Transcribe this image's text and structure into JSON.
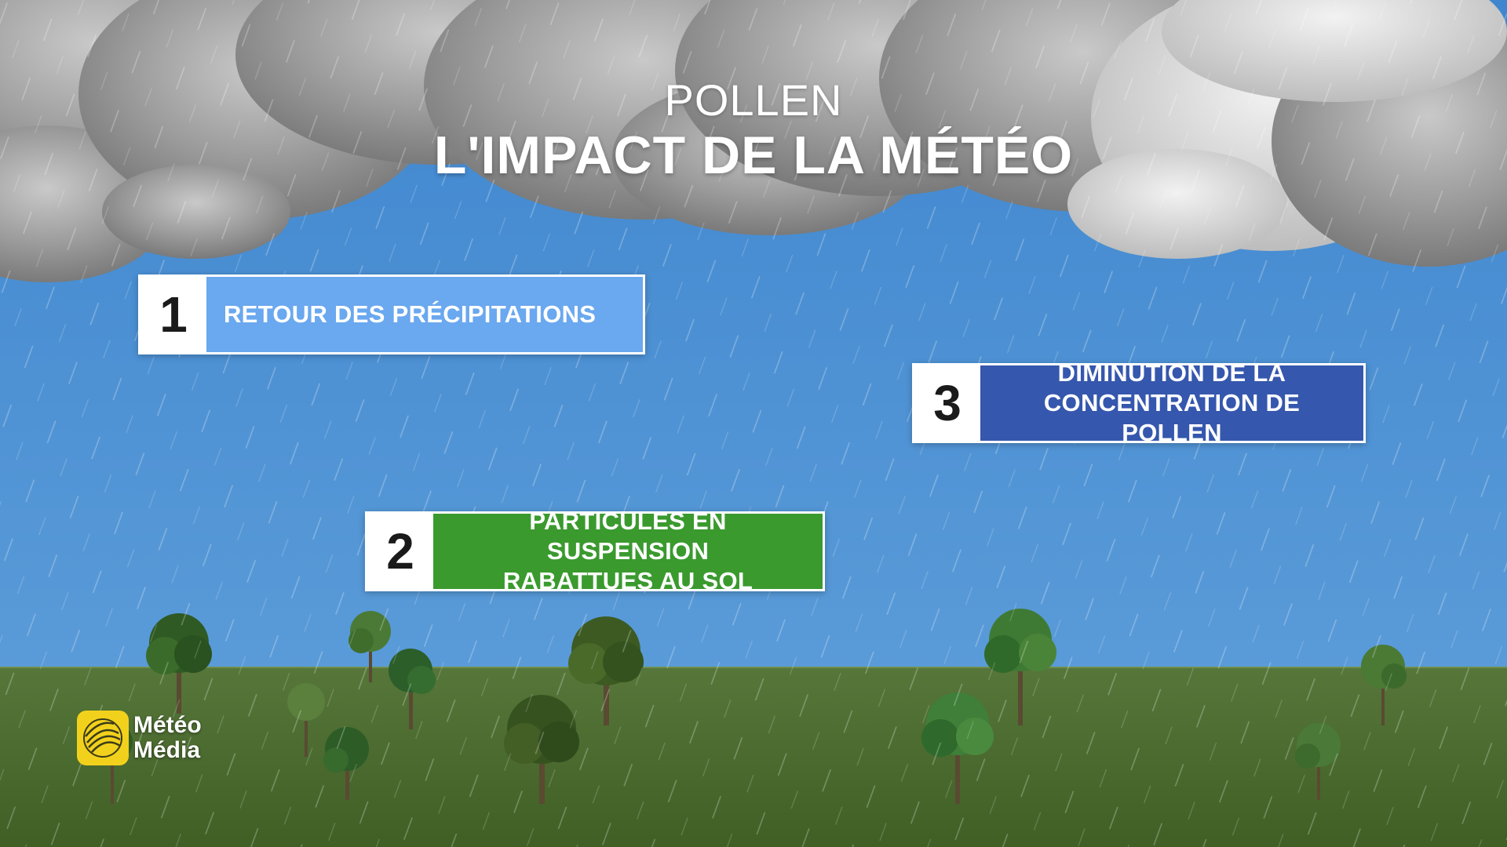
{
  "header": {
    "subtitle": "POLLEN",
    "title": "L'IMPACT DE LA MÉTÉO"
  },
  "steps": [
    {
      "number": "1",
      "lines": [
        "RETOUR DES PRÉCIPITATIONS"
      ],
      "color": "#6aa8ef"
    },
    {
      "number": "2",
      "lines": [
        "PARTICULES EN SUSPENSION",
        "RABATTUES AU SOL"
      ],
      "color": "#3a9a2e"
    },
    {
      "number": "3",
      "lines": [
        "DIMINUTION DE LA",
        "CONCENTRATION DE POLLEN"
      ],
      "color": "#3557ad"
    }
  ],
  "logo": {
    "line1": "Météo",
    "line2": "Média",
    "icon": "globe-swirl-icon",
    "color": "#f2d11c"
  },
  "colors": {
    "sky": "#4b8fd0",
    "grass": "#4a6b2c",
    "cloud": "#9a9a9a"
  }
}
